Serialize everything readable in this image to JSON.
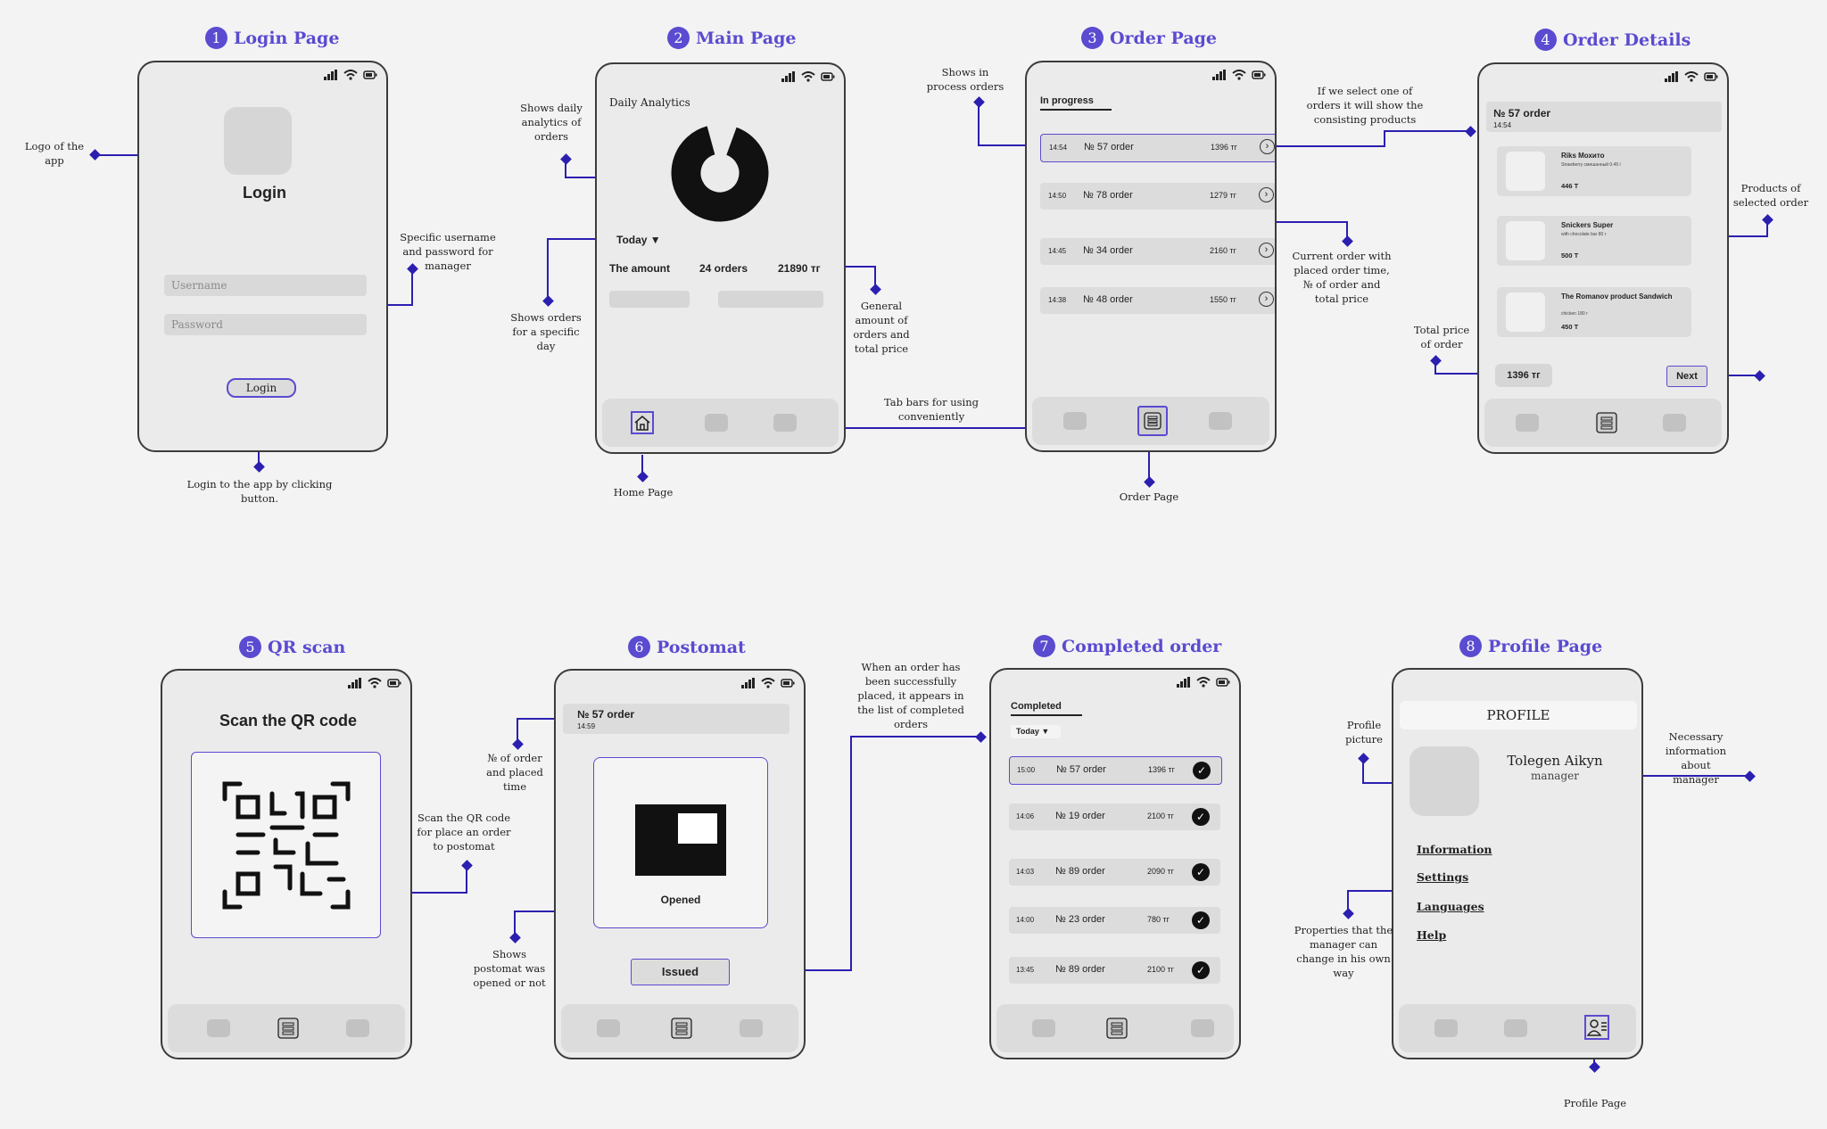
{
  "screens": {
    "login": {
      "num": "1",
      "title": "Login Page",
      "heading": "Login",
      "username_placeholder": "Username",
      "password_placeholder": "Password",
      "button": "Login"
    },
    "main": {
      "num": "2",
      "title": "Main Page",
      "analytics": "Daily Analytics",
      "filter": "Today",
      "amount_label": "The amount",
      "orders": "24 orders",
      "total": "21890 тг"
    },
    "order": {
      "num": "3",
      "title": "Order Page",
      "tab": "In progress",
      "rows": [
        {
          "time": "14:54",
          "order": "№ 57 order",
          "price": "1396 тг"
        },
        {
          "time": "14:50",
          "order": "№ 78 order",
          "price": "1279 тг"
        },
        {
          "time": "14:45",
          "order": "№ 34 order",
          "price": "2160 тг"
        },
        {
          "time": "14:38",
          "order": "№ 48 order",
          "price": "1550 тг"
        }
      ]
    },
    "details": {
      "num": "4",
      "title": "Order Details",
      "order": "№ 57 order",
      "time": "14:54",
      "products": [
        {
          "name": "Riks Мохито",
          "desc": "Strawberry смешанный 0.45 l",
          "price": "446 T"
        },
        {
          "name": "Snickers Super",
          "desc": "with chocolate bar 80 г",
          "price": "500 T"
        },
        {
          "name": "The Romanov product Sandwich",
          "desc": "chicken 180 г",
          "price": "450 T"
        }
      ],
      "total": "1396 тг",
      "next": "Next"
    },
    "qr": {
      "num": "5",
      "title": "QR scan",
      "heading": "Scan the QR code"
    },
    "postomat": {
      "num": "6",
      "title": "Postomat",
      "order": "№ 57 order",
      "time": "14:59",
      "opened": "Opened",
      "issued": "Issued"
    },
    "completed": {
      "num": "7",
      "title": "Completed order",
      "tab": "Completed",
      "filter": "Today",
      "rows": [
        {
          "time": "15:00",
          "order": "№ 57 order",
          "price": "1396 тг"
        },
        {
          "time": "14:06",
          "order": "№ 19 order",
          "price": "2100 тг"
        },
        {
          "time": "14:03",
          "order": "№ 89 order",
          "price": "2090 тг"
        },
        {
          "time": "14:00",
          "order": "№ 23 order",
          "price": "780 тг"
        },
        {
          "time": "13:45",
          "order": "№ 89 order",
          "price": "2100 тг"
        }
      ]
    },
    "profile": {
      "num": "8",
      "title": "Profile Page",
      "header": "PROFILE",
      "name": "Tolegen Aikyn",
      "role": "manager",
      "links": [
        "Information",
        "Settings",
        "Languages",
        "Help"
      ]
    }
  },
  "annotations": {
    "logo": "Logo of the app",
    "credentials": "Specific username and password for manager",
    "login_btn": "Login to the app by  clicking button.",
    "daily": "Shows daily analytics of orders",
    "specific_day": "Shows orders for a specific day",
    "general": "General amount of orders and total price",
    "home": "Home Page",
    "tabbars": "Tab bars for using conveniently",
    "in_process": "Shows in process orders",
    "current": "Current order with placed order time, № of order and total price",
    "order_page": "Order Page",
    "select": "If we select one of orders it will show the consisting products",
    "products": "Products of selected order",
    "total": "Total price of order",
    "scan": "Scan the QR code for place an order to postomat",
    "order_no": "№ of order and placed time",
    "postomat_state": "Shows postomat was opened or not",
    "completed": "When an order has been successfully placed, it appears in the list of completed orders",
    "profile_pic": "Profile picture",
    "manager_info": "Necessary information about manager",
    "properties": "Properties that the manager can change in his own way",
    "profile_page": "Profile Page"
  },
  "colors": {
    "accent": "#5a4bd0",
    "connector": "#2b1fb0",
    "phone_bg": "#ebebeb",
    "block": "#dcdcdc"
  }
}
